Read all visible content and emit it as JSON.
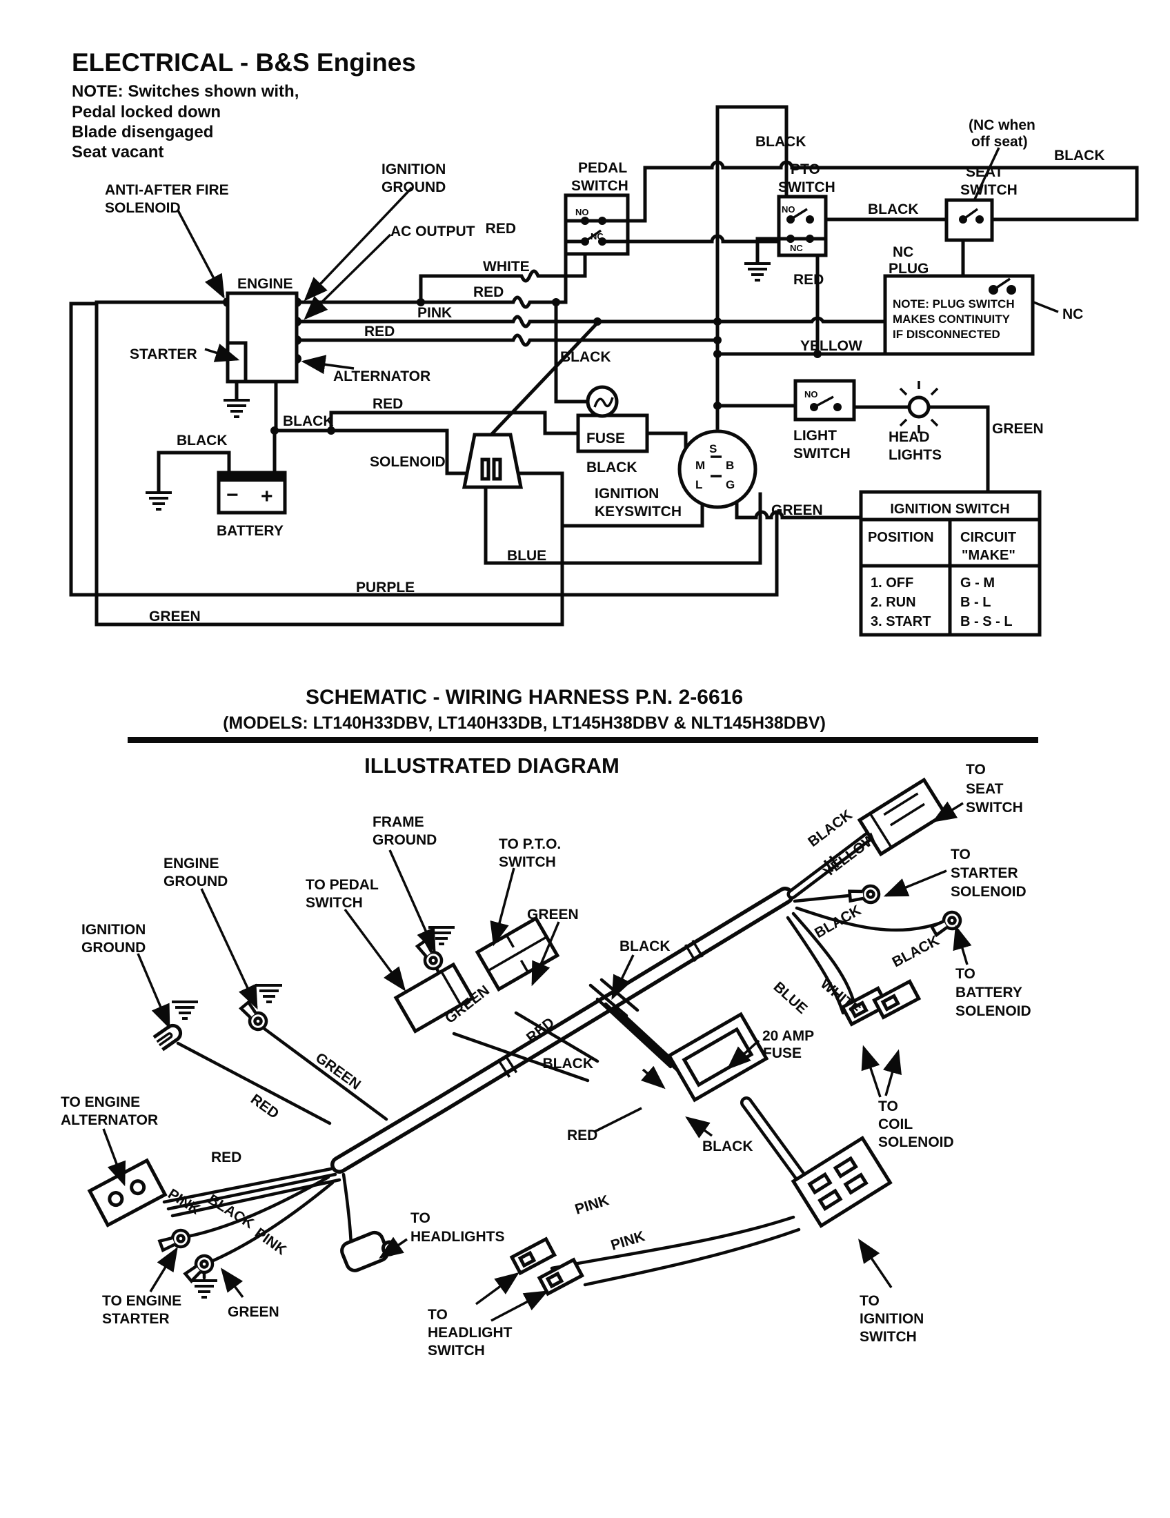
{
  "header": {
    "title": "ELECTRICAL - B&S Engines",
    "note1": "NOTE: Switches shown with,",
    "note2": "Pedal locked down",
    "note3": "Blade disengaged",
    "note4": "Seat vacant"
  },
  "wire_colors": {
    "black": "BLACK",
    "red": "RED",
    "pink": "PINK",
    "white": "WHITE",
    "yellow": "YELLOW",
    "green": "GREEN",
    "blue": "BLUE",
    "purple": "PURPLE"
  },
  "contacts": {
    "no": "NO",
    "nc": "NC"
  },
  "schematic": {
    "labels": {
      "anti_after_fire_1": "ANTI-AFTER FIRE",
      "anti_after_fire_2": "SOLENOID",
      "ignition_ground_1": "IGNITION",
      "ignition_ground_2": "GROUND",
      "ac_output": "AC OUTPUT",
      "engine": "ENGINE",
      "starter": "STARTER",
      "alternator": "ALTERNATOR",
      "pedal_switch_1": "PEDAL",
      "pedal_switch_2": "SWITCH",
      "pto_switch_1": "PTO",
      "pto_switch_2": "SWITCH",
      "seat_switch_1": "SEAT",
      "seat_switch_2": "SWITCH",
      "nc_note_1": "(NC when",
      "nc_note_2": "off seat)",
      "nc_plug_1": "NC",
      "nc_plug_2": "PLUG",
      "nc_terminal": "NC",
      "plug_note_1": "NOTE: PLUG SWITCH",
      "plug_note_2": "MAKES CONTINUITY",
      "plug_note_3": "IF DISCONNECTED",
      "fuse": "FUSE",
      "solenoid": "SOLENOID",
      "battery": "BATTERY",
      "battery_minus": "−",
      "battery_plus": "+",
      "ignition_keyswitch_1": "IGNITION",
      "ignition_keyswitch_2": "KEYSWITCH",
      "light_switch_1": "LIGHT",
      "light_switch_2": "SWITCH",
      "head_lights_1": "HEAD",
      "head_lights_2": "LIGHTS",
      "key_s": "S",
      "key_m": "M",
      "key_b": "B",
      "key_l": "L",
      "key_g": "G"
    },
    "table": {
      "title": "IGNITION SWITCH",
      "col_position": "POSITION",
      "col_circuit_1": "CIRCUIT",
      "col_circuit_2": "\"MAKE\"",
      "rows": [
        {
          "position": "1. OFF",
          "circuit": "G - M"
        },
        {
          "position": "2. RUN",
          "circuit": "B - L"
        },
        {
          "position": "3. START",
          "circuit": "B - S - L"
        }
      ]
    },
    "caption_1": "SCHEMATIC -  WIRING HARNESS P.N. 2-6616",
    "caption_2": "(MODELS: LT140H33DBV, LT140H33DB, LT145H38DBV & NLT145H38DBV)"
  },
  "illustrated": {
    "title": "ILLUSTRATED DIAGRAM",
    "labels": {
      "frame_ground_1": "FRAME",
      "frame_ground_2": "GROUND",
      "engine_ground_1": "ENGINE",
      "engine_ground_2": "GROUND",
      "ignition_ground_1": "IGNITION",
      "ignition_ground_2": "GROUND",
      "to_pedal_switch_1": "TO PEDAL",
      "to_pedal_switch_2": "SWITCH",
      "to_pto_switch_1": "TO P.T.O.",
      "to_pto_switch_2": "SWITCH",
      "to_seat_switch_1": "TO",
      "to_seat_switch_2": "SEAT",
      "to_seat_switch_3": "SWITCH",
      "to_starter_solenoid_1": "TO",
      "to_starter_solenoid_2": "STARTER",
      "to_starter_solenoid_3": "SOLENOID",
      "to_battery_solenoid_1": "TO",
      "to_battery_solenoid_2": "BATTERY",
      "to_battery_solenoid_3": "SOLENOID",
      "amp_fuse_1": "20 AMP",
      "amp_fuse_2": "FUSE",
      "to_coil_solenoid_1": "TO",
      "to_coil_solenoid_2": "COIL",
      "to_coil_solenoid_3": "SOLENOID",
      "to_engine_alternator_1": "TO ENGINE",
      "to_engine_alternator_2": "ALTERNATOR",
      "to_engine_starter_1": "TO ENGINE",
      "to_engine_starter_2": "STARTER",
      "to_headlights_1": "TO",
      "to_headlights_2": "HEADLIGHTS",
      "to_headlight_switch_1": "TO",
      "to_headlight_switch_2": "HEADLIGHT",
      "to_headlight_switch_3": "SWITCH",
      "to_ignition_switch_1": "TO",
      "to_ignition_switch_2": "IGNITION",
      "to_ignition_switch_3": "SWITCH"
    }
  }
}
